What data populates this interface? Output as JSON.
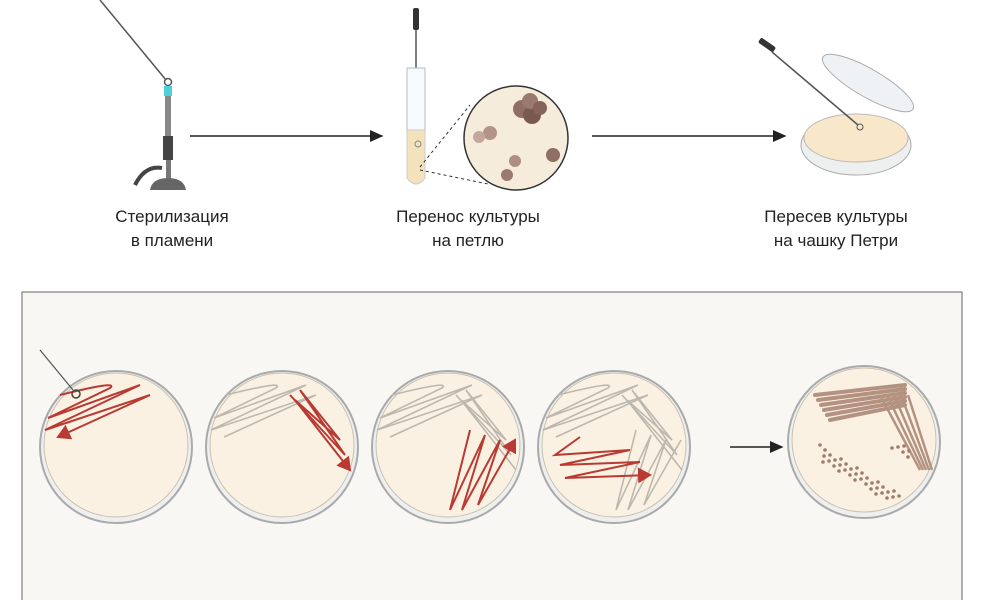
{
  "steps": [
    {
      "line1": "Стерилизация",
      "line2": "в пламени"
    },
    {
      "line1": "Перенос культуры",
      "line2": "на петлю"
    },
    {
      "line1": "Пересев культуры",
      "line2": "на чашку Петри"
    }
  ],
  "colors": {
    "streak": "#b83a32",
    "agar": "#fbf1e2",
    "old_streak": "#bdb8ae",
    "colony": "#a07c6e",
    "panel_bg": "#f8f7f4"
  }
}
